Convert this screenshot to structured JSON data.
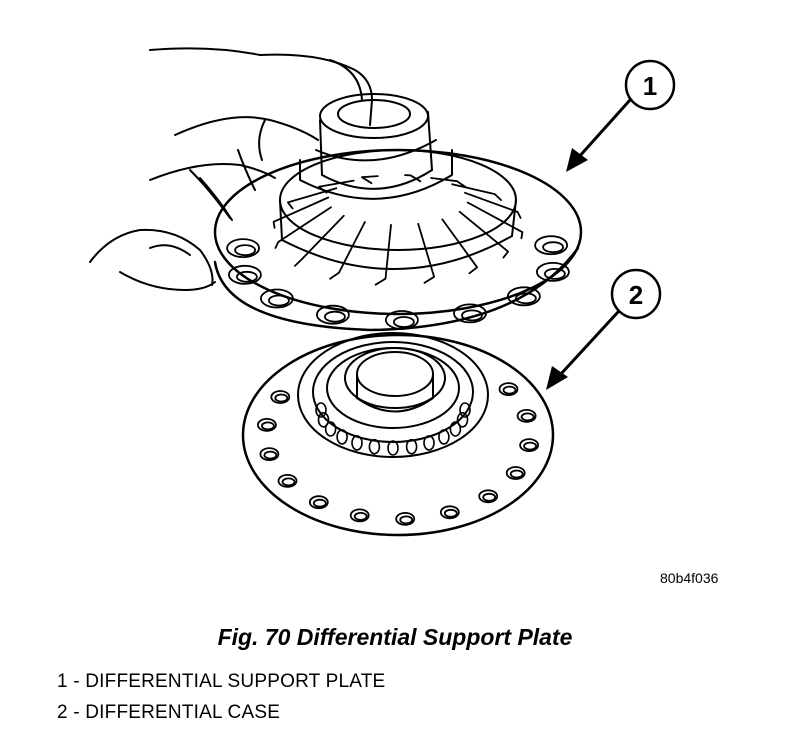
{
  "callouts": [
    {
      "number": "1"
    },
    {
      "number": "2"
    }
  ],
  "figure_code": "80b4f036",
  "caption": "Fig. 70 Differential Support Plate",
  "legend": [
    {
      "text": "1 - DIFFERENTIAL SUPPORT PLATE"
    },
    {
      "text": "2 - DIFFERENTIAL CASE"
    }
  ]
}
